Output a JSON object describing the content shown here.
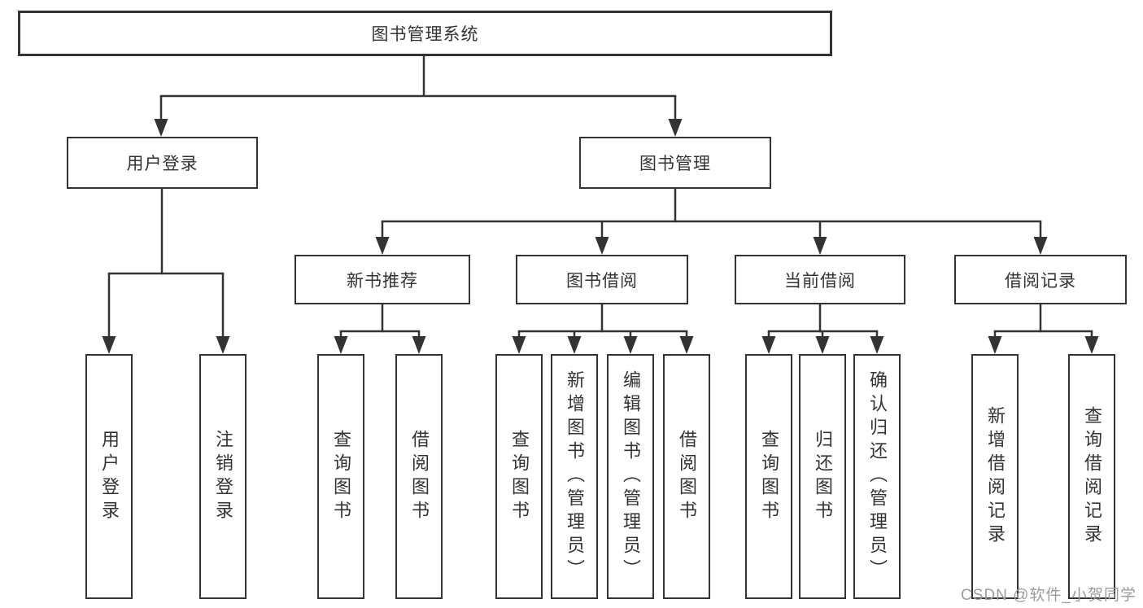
{
  "diagram": {
    "root": {
      "label": "图书管理系统"
    },
    "level2": {
      "user_login": {
        "label": "用户登录"
      },
      "book_mgmt": {
        "label": "图书管理"
      }
    },
    "level3": {
      "new_books": {
        "label": "新书推荐"
      },
      "book_borrow": {
        "label": "图书借阅"
      },
      "current_borrow": {
        "label": "当前借阅"
      },
      "borrow_records": {
        "label": "借阅记录"
      }
    },
    "leaves": {
      "user_login": [
        "用户登录",
        "注销登录"
      ],
      "new_books": [
        "查询图书",
        "借阅图书"
      ],
      "book_borrow": [
        "查询图书",
        "新增图书（管理员）",
        "编辑图书（管理员）",
        "借阅图书"
      ],
      "current_borrow": [
        "查询图书",
        "归还图书",
        "确认归还（管理员）"
      ],
      "borrow_records": [
        "新增借阅记录",
        "查询借阅记录"
      ]
    }
  },
  "watermark": "CSDN @软件_小贺同学",
  "colors": {
    "line": "#333333",
    "box_border": "#333333",
    "text": "#333333",
    "watermark": "#9c9c9c",
    "background": "#ffffff"
  }
}
